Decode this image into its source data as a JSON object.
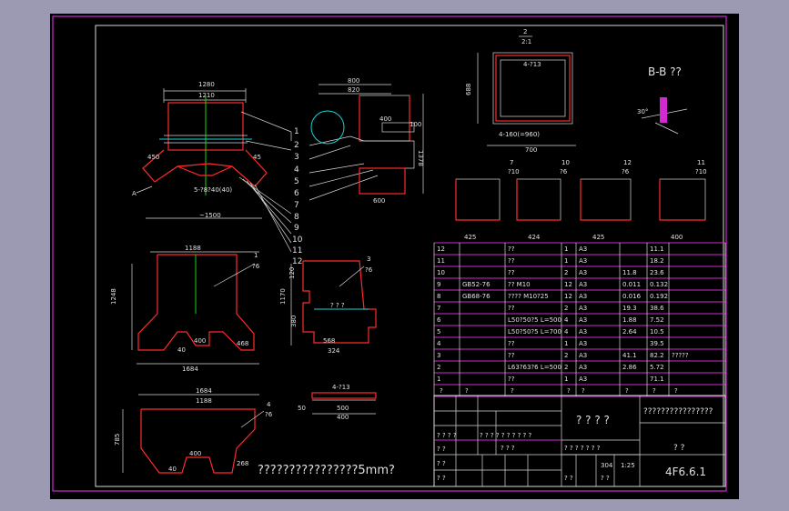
{
  "title_block": {
    "title": "? ? ? ?",
    "company": "????????????????",
    "drawing_no": "4F6.6.1",
    "sheet": "? ?",
    "scale_hdr": "? ? ? ? ? ? ?",
    "scale_hdr2": "? ? ? ? ?",
    "weight": "304",
    "scale": "1:25",
    "rev_row": [
      "? ? ? ?",
      "? ? ? ? ? ? ? ? ? ?"
    ],
    "signers": [
      "? ?",
      "? ?",
      "? ?",
      "? ?",
      "? ?"
    ],
    "sig_mid": "? ? ?"
  },
  "note": "????????????????5mm?",
  "section_label": "B-B ??",
  "detail_label_a": "A",
  "bom_header": [
    "?",
    "?",
    "?",
    "?",
    "?",
    "?",
    "?",
    "?"
  ],
  "bom": [
    {
      "no": "12",
      "code": "",
      "name": "??",
      "qty": "1",
      "mat": "A3",
      "unit": "",
      "total": "11.1",
      "note": ""
    },
    {
      "no": "11",
      "code": "",
      "name": "??",
      "qty": "1",
      "mat": "A3",
      "unit": "",
      "total": "18.2",
      "note": ""
    },
    {
      "no": "10",
      "code": "",
      "name": "??",
      "qty": "2",
      "mat": "A3",
      "unit": "11.8",
      "total": "23.6",
      "note": ""
    },
    {
      "no": "9",
      "code": "GB52-76",
      "name": "??   M10",
      "qty": "12",
      "mat": "A3",
      "unit": "0.011",
      "total": "0.132",
      "note": ""
    },
    {
      "no": "8",
      "code": "GB68-76",
      "name": "????  M10?25",
      "qty": "12",
      "mat": "A3",
      "unit": "0.016",
      "total": "0.192",
      "note": ""
    },
    {
      "no": "7",
      "code": "",
      "name": "??",
      "qty": "2",
      "mat": "A3",
      "unit": "19.3",
      "total": "38.6",
      "note": ""
    },
    {
      "no": "6",
      "code": "",
      "name": "L50?50?5  L=500",
      "qty": "4",
      "mat": "A3",
      "unit": "1.88",
      "total": "7.52",
      "note": ""
    },
    {
      "no": "5",
      "code": "",
      "name": "L50?50?5  L=700",
      "qty": "4",
      "mat": "A3",
      "unit": "2.64",
      "total": "10.5",
      "note": ""
    },
    {
      "no": "4",
      "code": "",
      "name": "??",
      "qty": "1",
      "mat": "A3",
      "unit": "",
      "total": "39.5",
      "note": ""
    },
    {
      "no": "3",
      "code": "",
      "name": "??",
      "qty": "2",
      "mat": "A3",
      "unit": "41.1",
      "total": "82.2",
      "note": "?????"
    },
    {
      "no": "2",
      "code": "",
      "name": "L63?63?6  L=500",
      "qty": "2",
      "mat": "A3",
      "unit": "2.86",
      "total": "5.72",
      "note": ""
    },
    {
      "no": "1",
      "code": "",
      "name": "??",
      "qty": "1",
      "mat": "A3",
      "unit": "",
      "total": "71.1",
      "note": ""
    }
  ],
  "leaders": [
    "1",
    "2",
    "3",
    "4",
    "5",
    "6",
    "7",
    "8",
    "9",
    "10",
    "11",
    "12"
  ],
  "dims": {
    "top_w1": "1280",
    "top_w2": "1210",
    "base_w": "~1500",
    "ang": "45",
    "d_hole": "5-?8?40(40)",
    "w800": "800",
    "w820": "820",
    "w400": "400",
    "w100": "100",
    "h1378": "1378",
    "w600": "600",
    "w700": "700",
    "h688": "688",
    "hole4": "4-?13",
    "holes": "4-160(=960)",
    "pl1": "1188",
    "pl_h": "1248",
    "pl_w": "1684",
    "pl_40": "40",
    "pl_400": "400",
    "pl_468": "468",
    "p3_h": "1170",
    "p3_w": "324",
    "p3_w2": "568",
    "p3_380": "380",
    "p3_h2": "120",
    "bot_w": "1684",
    "bot_w2": "1188",
    "bot_h": "785",
    "bot_400": "400",
    "bot_268": "268",
    "bar_500": "500",
    "bar_400": "400",
    "bar_50": "50",
    "bar_hole": "4-?13"
  },
  "part_tags": [
    {
      "num": "1",
      "scale": "?6"
    },
    {
      "num": "2",
      "scale": "2:1"
    },
    {
      "num": "3",
      "scale": "?6"
    },
    {
      "num": "4",
      "scale": "?6"
    },
    {
      "num": "7",
      "scale": "?10"
    },
    {
      "num": "10",
      "scale": "?6"
    },
    {
      "num": "12",
      "scale": "?6"
    },
    {
      "num": "11",
      "scale": "?10"
    }
  ]
}
